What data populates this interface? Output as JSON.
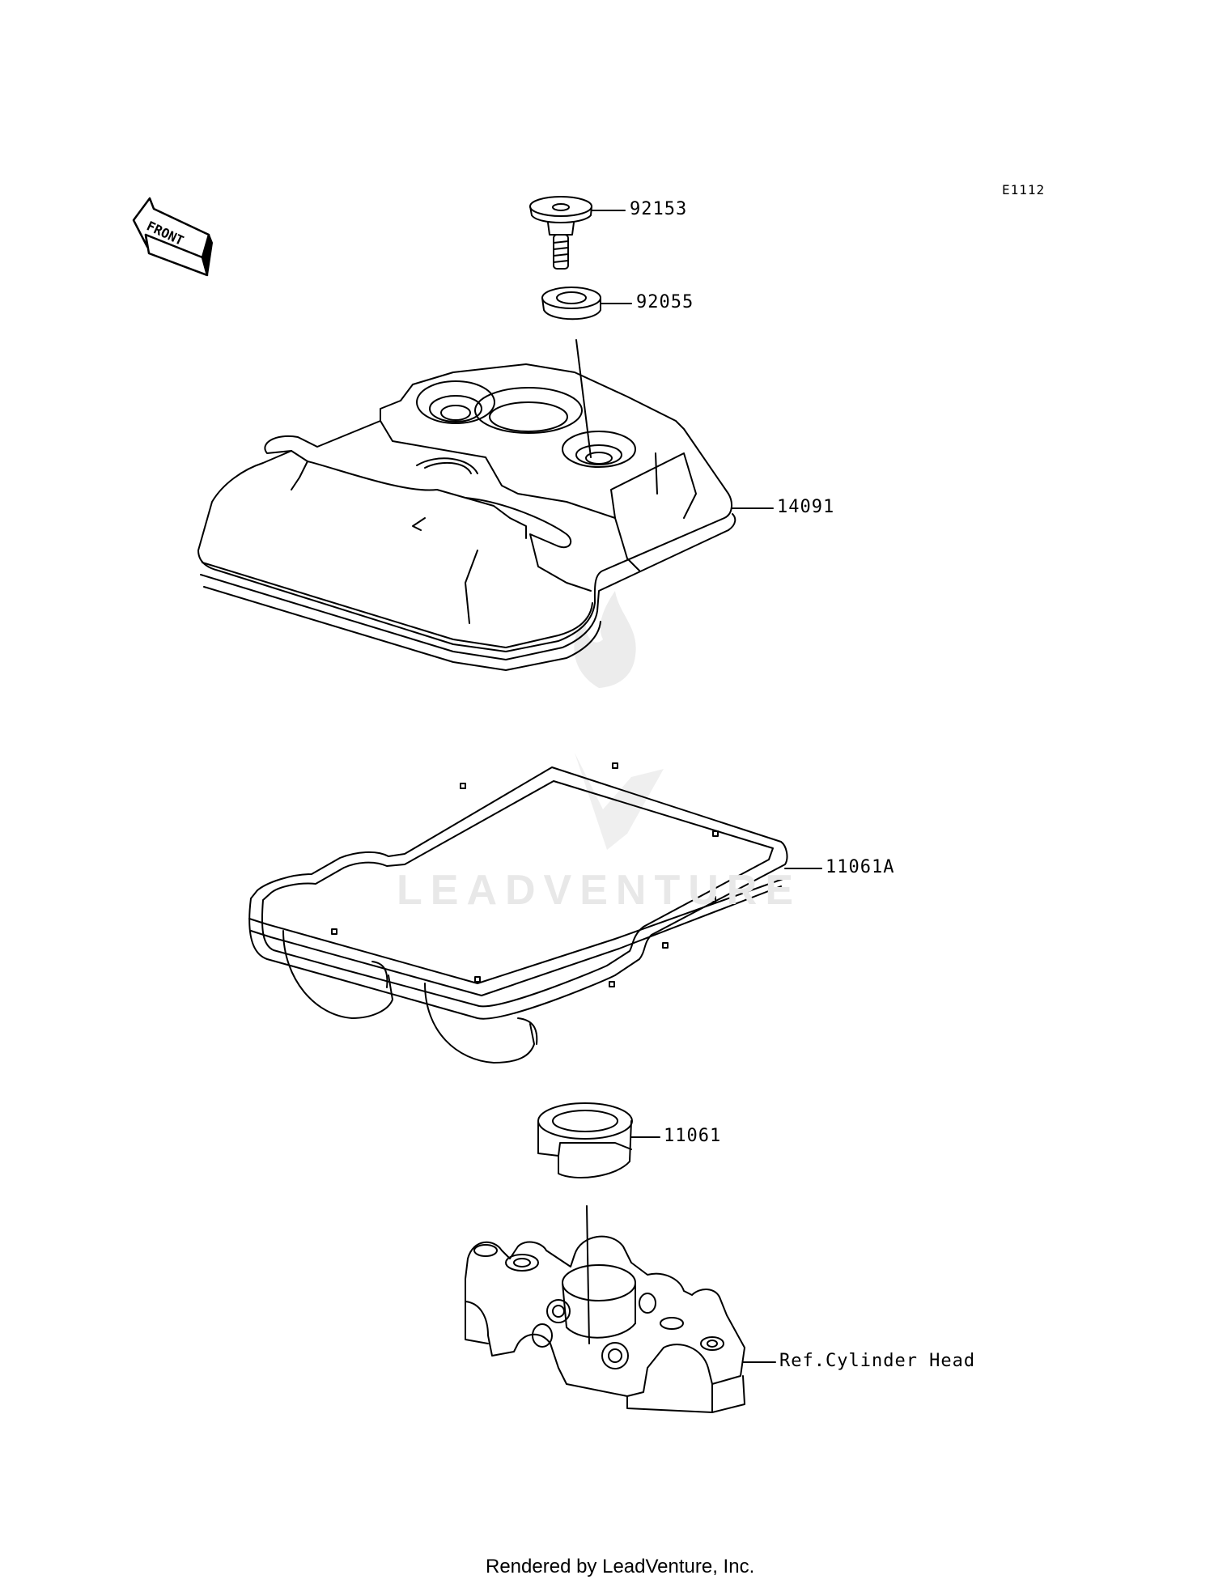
{
  "diagram_code": "E1112",
  "orientation": {
    "label": "FRONT"
  },
  "watermark": "LEADVENTURE",
  "callouts": [
    {
      "id": "bolt",
      "part_number": "92153"
    },
    {
      "id": "washer",
      "part_number": "92055"
    },
    {
      "id": "cover",
      "part_number": "14091"
    },
    {
      "id": "gasket",
      "part_number": "11061A"
    },
    {
      "id": "seal",
      "part_number": "11061"
    },
    {
      "id": "head",
      "part_number": "Ref.Cylinder Head"
    }
  ],
  "footer": "Rendered by LeadVenture, Inc."
}
